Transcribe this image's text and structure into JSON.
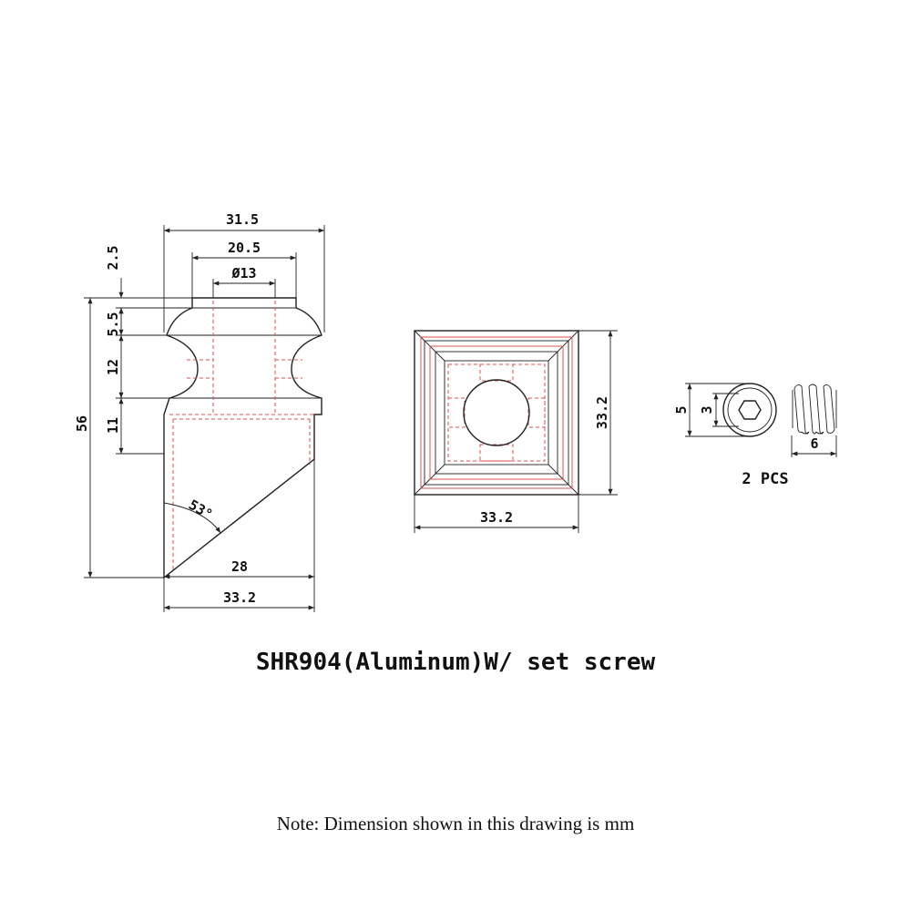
{
  "front_view": {
    "top_width": "31.5",
    "neck_width": "20.5",
    "bore_diameter": "Ø13",
    "h_top": "2.5",
    "h_collar": "5.5",
    "h_groove": "12",
    "h_block": "11",
    "h_total": "56",
    "angle": "53°",
    "bottom_inner": "28",
    "bottom_width": "33.2"
  },
  "top_view": {
    "height": "33.2",
    "width": "33.2"
  },
  "set_screw": {
    "outer_diameter": "5",
    "hex_size": "3",
    "length": "6",
    "quantity": "2 PCS"
  },
  "title": "SHR904(Aluminum)W/ set screw",
  "note": "Note: Dimension shown in this drawing is mm",
  "colors": {
    "line": "#222222",
    "hidden_line": "#d9534f"
  }
}
